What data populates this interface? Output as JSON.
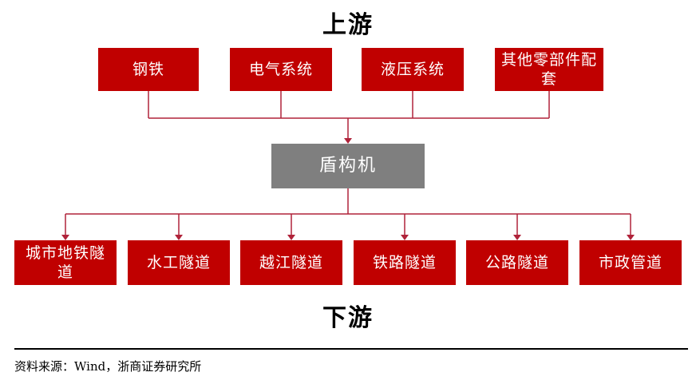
{
  "title_top": "上游",
  "title_bottom": "下游",
  "upstream": [
    "钢铁",
    "电气系统",
    "液压系统",
    "其他零部件配套"
  ],
  "center": "盾构机",
  "downstream": [
    "城市地铁隧道",
    "水工隧道",
    "越江隧道",
    "铁路隧道",
    "公路隧道",
    "市政管道"
  ],
  "source": "资料来源：Wind，浙商证券研究所",
  "colors": {
    "box_red": "#c00000",
    "box_gray": "#7f7f7f",
    "line": "#b0233a"
  }
}
